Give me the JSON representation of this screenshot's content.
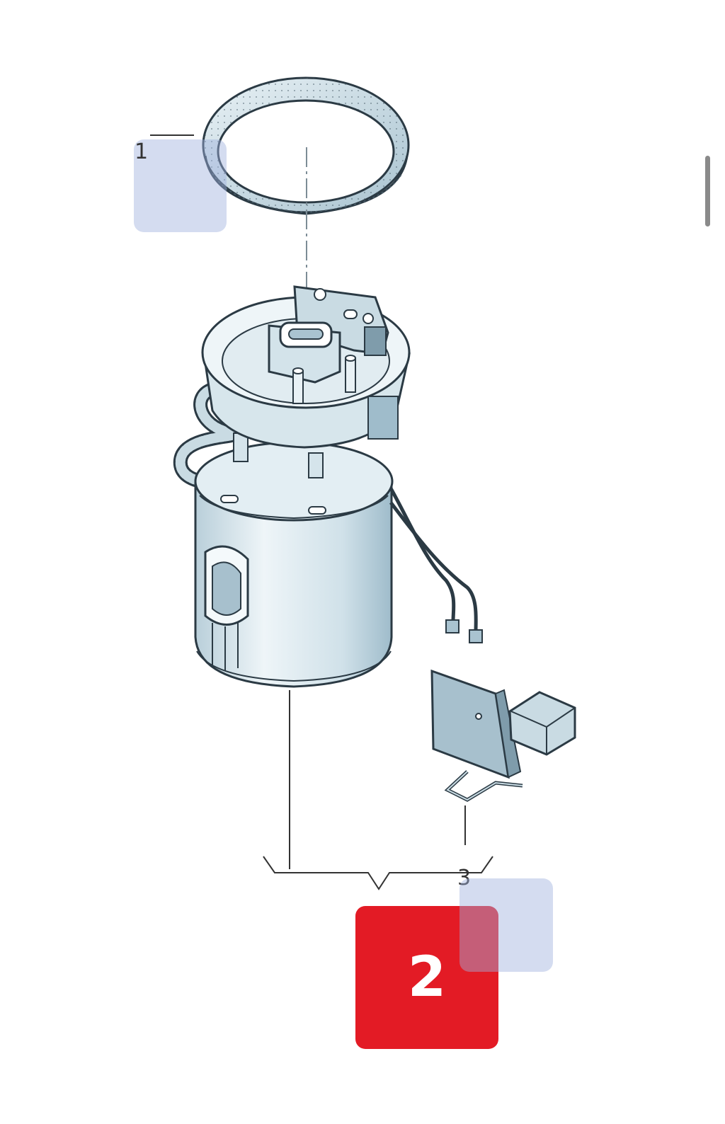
{
  "callouts": [
    {
      "id": "1",
      "label": "1"
    },
    {
      "id": "2",
      "label": "2"
    },
    {
      "id": "3",
      "label": "3"
    }
  ],
  "colors": {
    "part_fill": "#dce9ef",
    "part_fill_dark": "#9fbccb",
    "part_stroke": "#2b3a44",
    "hotspot": "#a0b2de",
    "active_hotspot": "#e31b25"
  },
  "icons": {
    "scroll": "scrollbar-thumb"
  }
}
